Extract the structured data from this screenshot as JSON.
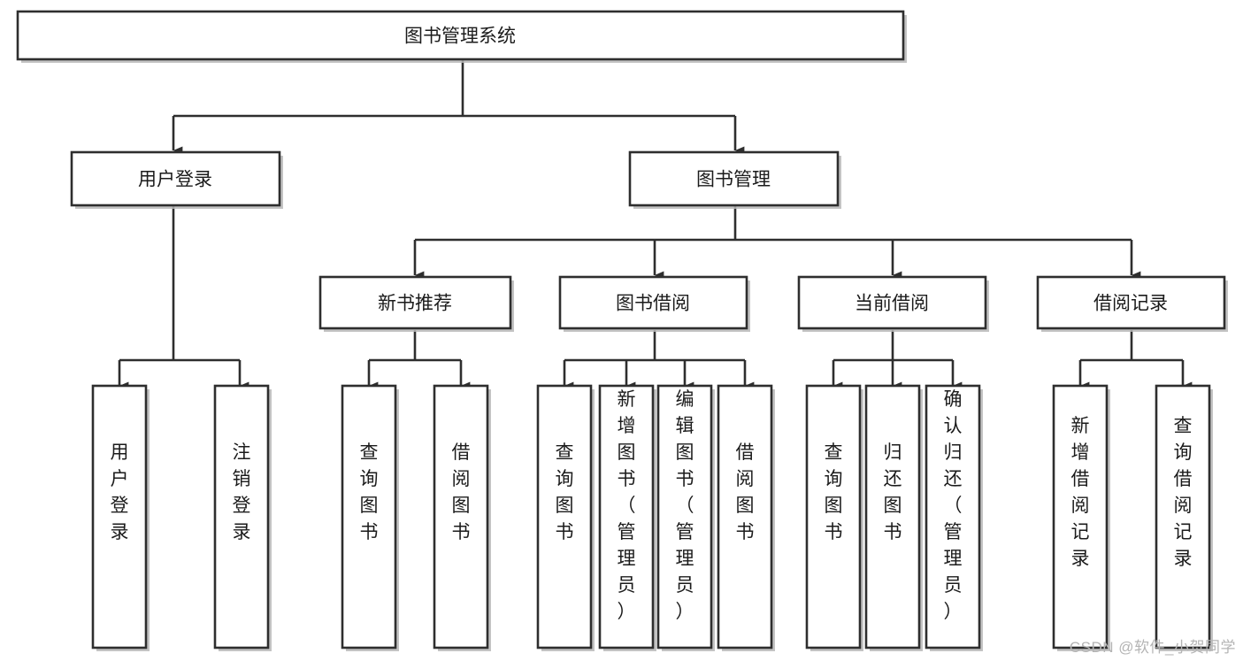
{
  "diagram": {
    "type": "tree",
    "title": "图书管理系统",
    "watermark": "CSDN @软件_小贺同学",
    "orientation": "top-down",
    "levels": 4,
    "nodes": {
      "root": {
        "label": "图书管理系统"
      },
      "level2": [
        {
          "label": "用户登录"
        },
        {
          "label": "图书管理"
        }
      ],
      "level3": [
        {
          "label": "新书推荐"
        },
        {
          "label": "图书借阅"
        },
        {
          "label": "当前借阅"
        },
        {
          "label": "借阅记录"
        }
      ],
      "leaves": {
        "user_login": [
          {
            "label": "用户登录"
          },
          {
            "label": "注销登录"
          }
        ],
        "new_book": [
          {
            "label": "查询图书"
          },
          {
            "label": "借阅图书"
          }
        ],
        "book_borrow": [
          {
            "label": "查询图书"
          },
          {
            "label": "新增图书（管理员）"
          },
          {
            "label": "编辑图书（管理员）"
          },
          {
            "label": "借阅图书"
          }
        ],
        "current_borrow": [
          {
            "label": "查询图书"
          },
          {
            "label": "归还图书"
          },
          {
            "label": "确认归还（管理员）"
          }
        ],
        "borrow_record": [
          {
            "label": "新增借阅记录"
          },
          {
            "label": "查询借阅记录"
          }
        ]
      }
    },
    "colors": {
      "box_fill": "#ffffff",
      "box_stroke": "#2e2e2e",
      "text": "#1b1b1b",
      "shadow": "#b9b9b9",
      "watermark": "#b4b4b4",
      "background": "#ffffff"
    }
  }
}
